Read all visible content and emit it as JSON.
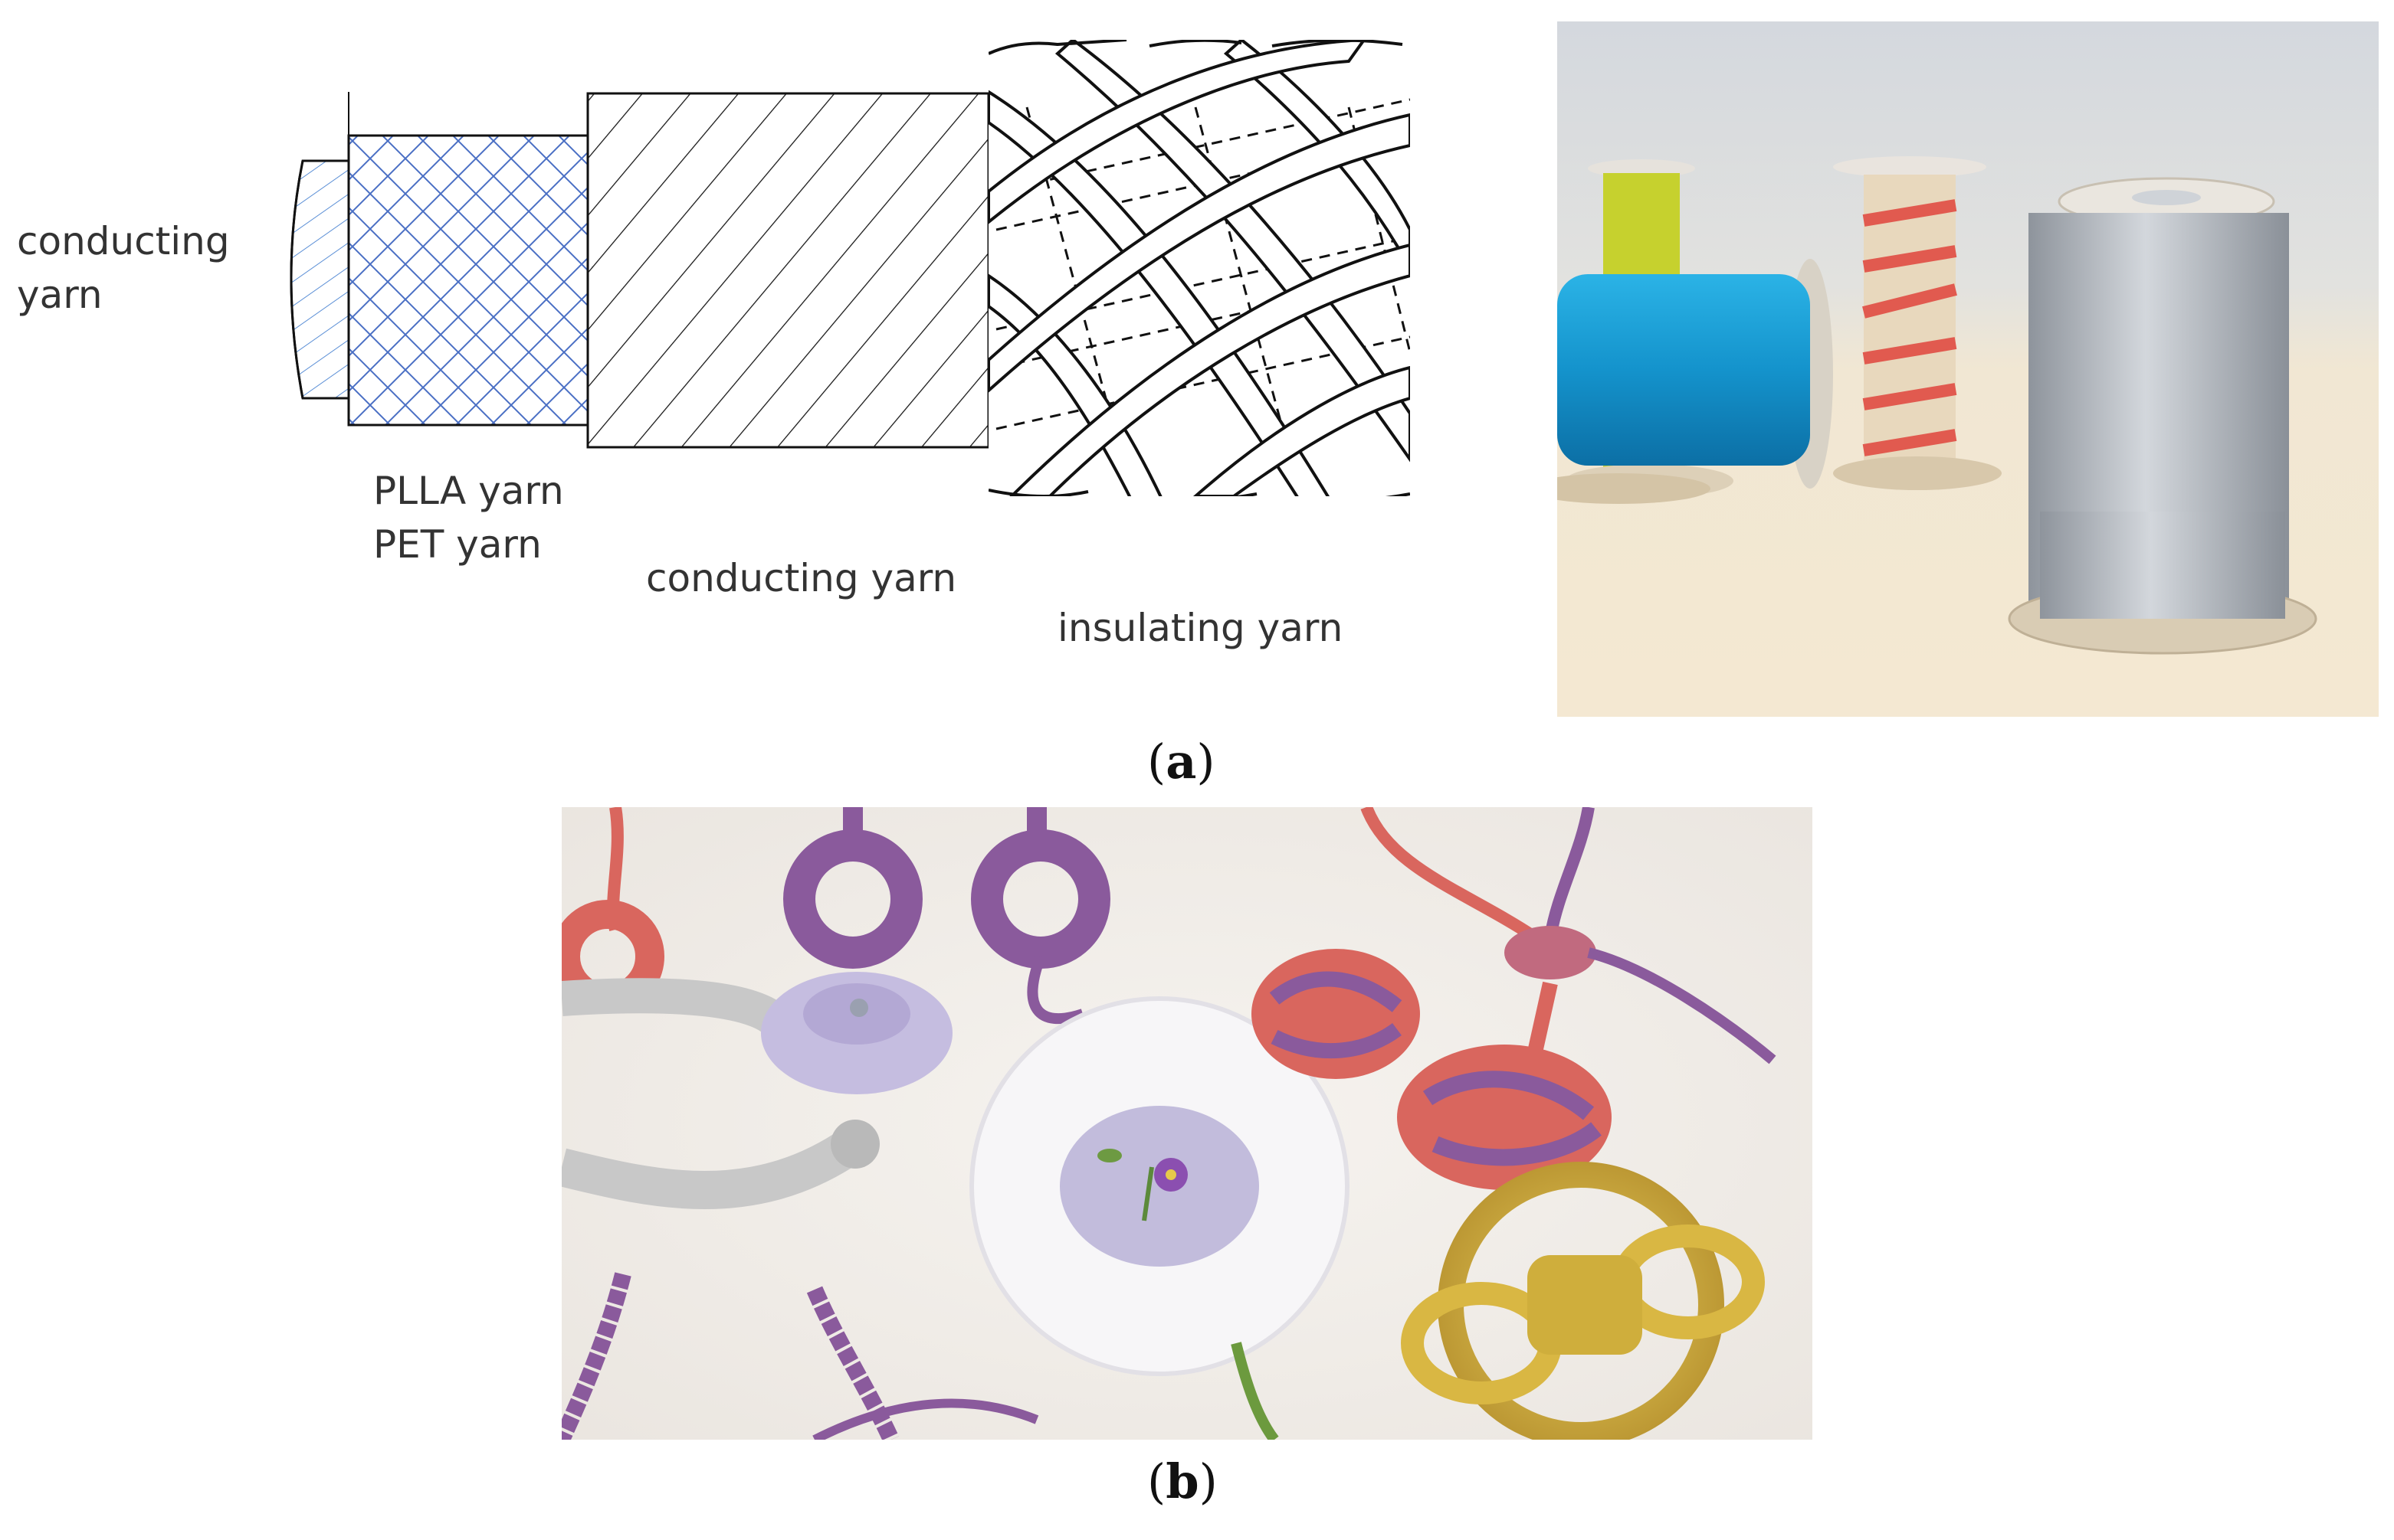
{
  "panel_a": {
    "labels": {
      "core": "conducting yarn",
      "core_line1": "conducting",
      "core_line2": "yarn",
      "piezo_line1": "PLLA yarn",
      "piezo_line2": "PET yarn",
      "conducting": "conducting yarn",
      "insulating": "insulating yarn"
    },
    "caption": {
      "open": "(",
      "letter": "a",
      "close": ")"
    },
    "photo_colors": {
      "yellow_spool": "#c6d12e",
      "blue_spool": "#1fa6d8",
      "red_spool": "#e15a4f",
      "silver_spool": "#b9bec6"
    }
  },
  "panel_b": {
    "caption": {
      "open": "(",
      "letter": "b",
      "close": ")"
    },
    "photo_colors": {
      "coral": "#d9665e",
      "purple": "#8a5a9c",
      "gold": "#d9b743",
      "silver": "#c8c8c8",
      "lavender": "#c5bde0"
    }
  }
}
